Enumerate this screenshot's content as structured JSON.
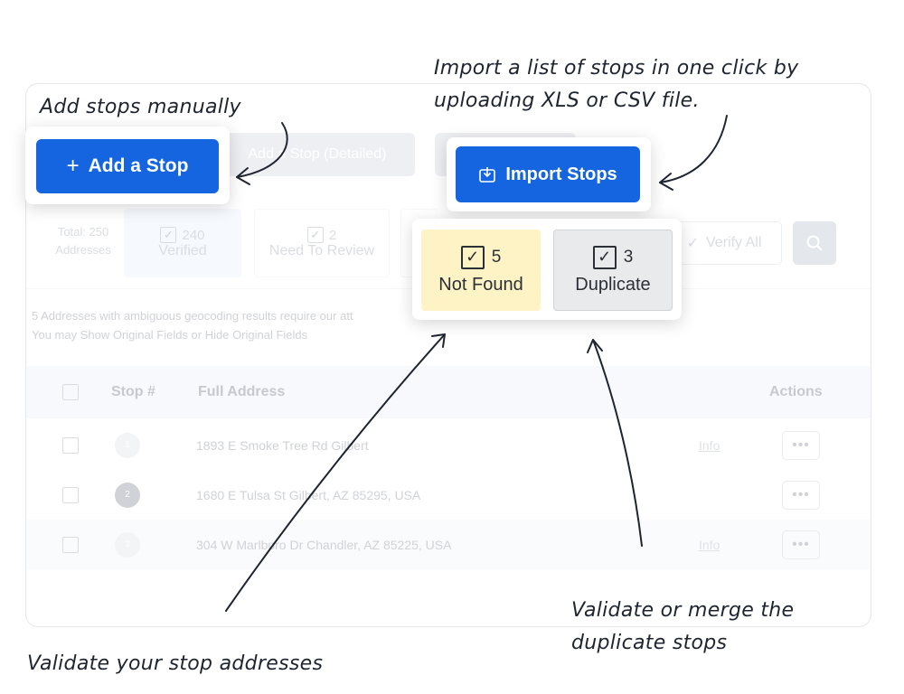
{
  "annotations": {
    "add_manually": "Add stops manually",
    "import_list_line1": "Import a list of stops in one click by",
    "import_list_line2": "uploading XLS or CSV file.",
    "validate_addresses": "Validate your stop addresses",
    "merge_line1": "Validate or merge the",
    "merge_line2": "duplicate stops"
  },
  "toolbar": {
    "add_stop_label": "Add a Stop",
    "add_stop_detailed_label": "Add a Stop (Detailed)",
    "import_stops_label": "Import Stops",
    "verify_all_label": "Verify All"
  },
  "stats": {
    "total_line1": "Total: 250",
    "total_line2": "Addresses",
    "verified_count": "240",
    "verified_label": "Verified",
    "review_count": "2",
    "review_label": "Need To Review",
    "not_found_count": "5",
    "not_found_label": "Not Found",
    "duplicate_count": "3",
    "duplicate_label": "Duplicate"
  },
  "notice": {
    "line1": "5 Addresses with ambiguous geocoding results require our att",
    "line2": "You may Show Original Fields or Hide Original Fields"
  },
  "table": {
    "headers": {
      "stop": "Stop #",
      "address": "Full Address",
      "actions": "Actions"
    },
    "rows": [
      {
        "num": "1",
        "address": "1893 E Smoke Tree Rd Gilbert",
        "info": "Info"
      },
      {
        "num": "2",
        "address": "1680 E Tulsa St Gilbert, AZ 85295, USA",
        "info": ""
      },
      {
        "num": "3",
        "address": "304 W Marlboro Dr Chandler, AZ 85225, USA",
        "info": "Info"
      }
    ],
    "row_actions": "•••"
  },
  "icons": {
    "plus": "plus-icon",
    "import": "import-icon",
    "search": "search-icon",
    "check": "checkmark-icon"
  },
  "colors": {
    "primary": "#1565e0",
    "not_found_bg": "#fdf3c4",
    "duplicate_bg": "#e9eaec",
    "ink": "#1e2430"
  }
}
